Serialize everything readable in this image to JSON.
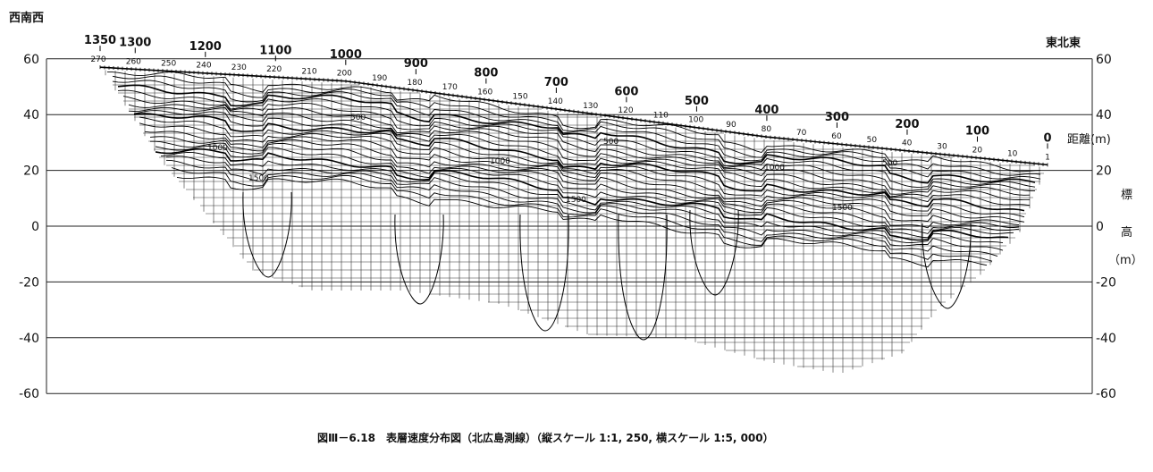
{
  "direction_left": "西南西",
  "direction_right": "東北東",
  "right_axis_label": "距離(m)",
  "y_axis_label_chars": [
    "標",
    "高",
    "（m）"
  ],
  "caption": "図Ⅲ－6.18　表層速度分布図（北広島測線）（縦スケール 1:1, 250, 横スケール 1:5, 000）",
  "y_ticks": [
    {
      "value": 60,
      "label": "60"
    },
    {
      "value": 40,
      "label": "40"
    },
    {
      "value": 20,
      "label": "20"
    },
    {
      "value": 0,
      "label": "0"
    },
    {
      "value": -20,
      "label": "-20"
    },
    {
      "value": -40,
      "label": "-40"
    },
    {
      "value": -60,
      "label": "-60"
    }
  ],
  "distance_labels": [
    "1350",
    "1300",
    "1200",
    "1100",
    "1000",
    "900",
    "800",
    "700",
    "600",
    "500",
    "400",
    "300",
    "200",
    "100",
    "0"
  ],
  "station_labels": [
    "270",
    "260",
    "250",
    "240",
    "230",
    "220",
    "210",
    "200",
    "190",
    "180",
    "170",
    "160",
    "150",
    "140",
    "130",
    "120",
    "110",
    "100",
    "90",
    "80",
    "70",
    "60",
    "50",
    "40",
    "30",
    "20",
    "10",
    "1"
  ],
  "contour_labels": [
    "500",
    "500",
    "500",
    "1000",
    "1000",
    "1000",
    "1500",
    "1500",
    "1500"
  ],
  "chart_data": {
    "type": "diagram",
    "x_axis": "distance (m)",
    "x_range": [
      1350,
      0
    ],
    "y_axis": "elevation (m)",
    "y_range": [
      -60,
      60
    ],
    "surface_profile": [
      {
        "distance": 1350,
        "elevation": 57
      },
      {
        "distance": 1000,
        "elevation": 52
      },
      {
        "distance": 700,
        "elevation": 42
      },
      {
        "distance": 400,
        "elevation": 32
      },
      {
        "distance": 0,
        "elevation": 22
      }
    ],
    "velocity_contours_m_per_s": [
      500,
      1000,
      1500
    ]
  }
}
